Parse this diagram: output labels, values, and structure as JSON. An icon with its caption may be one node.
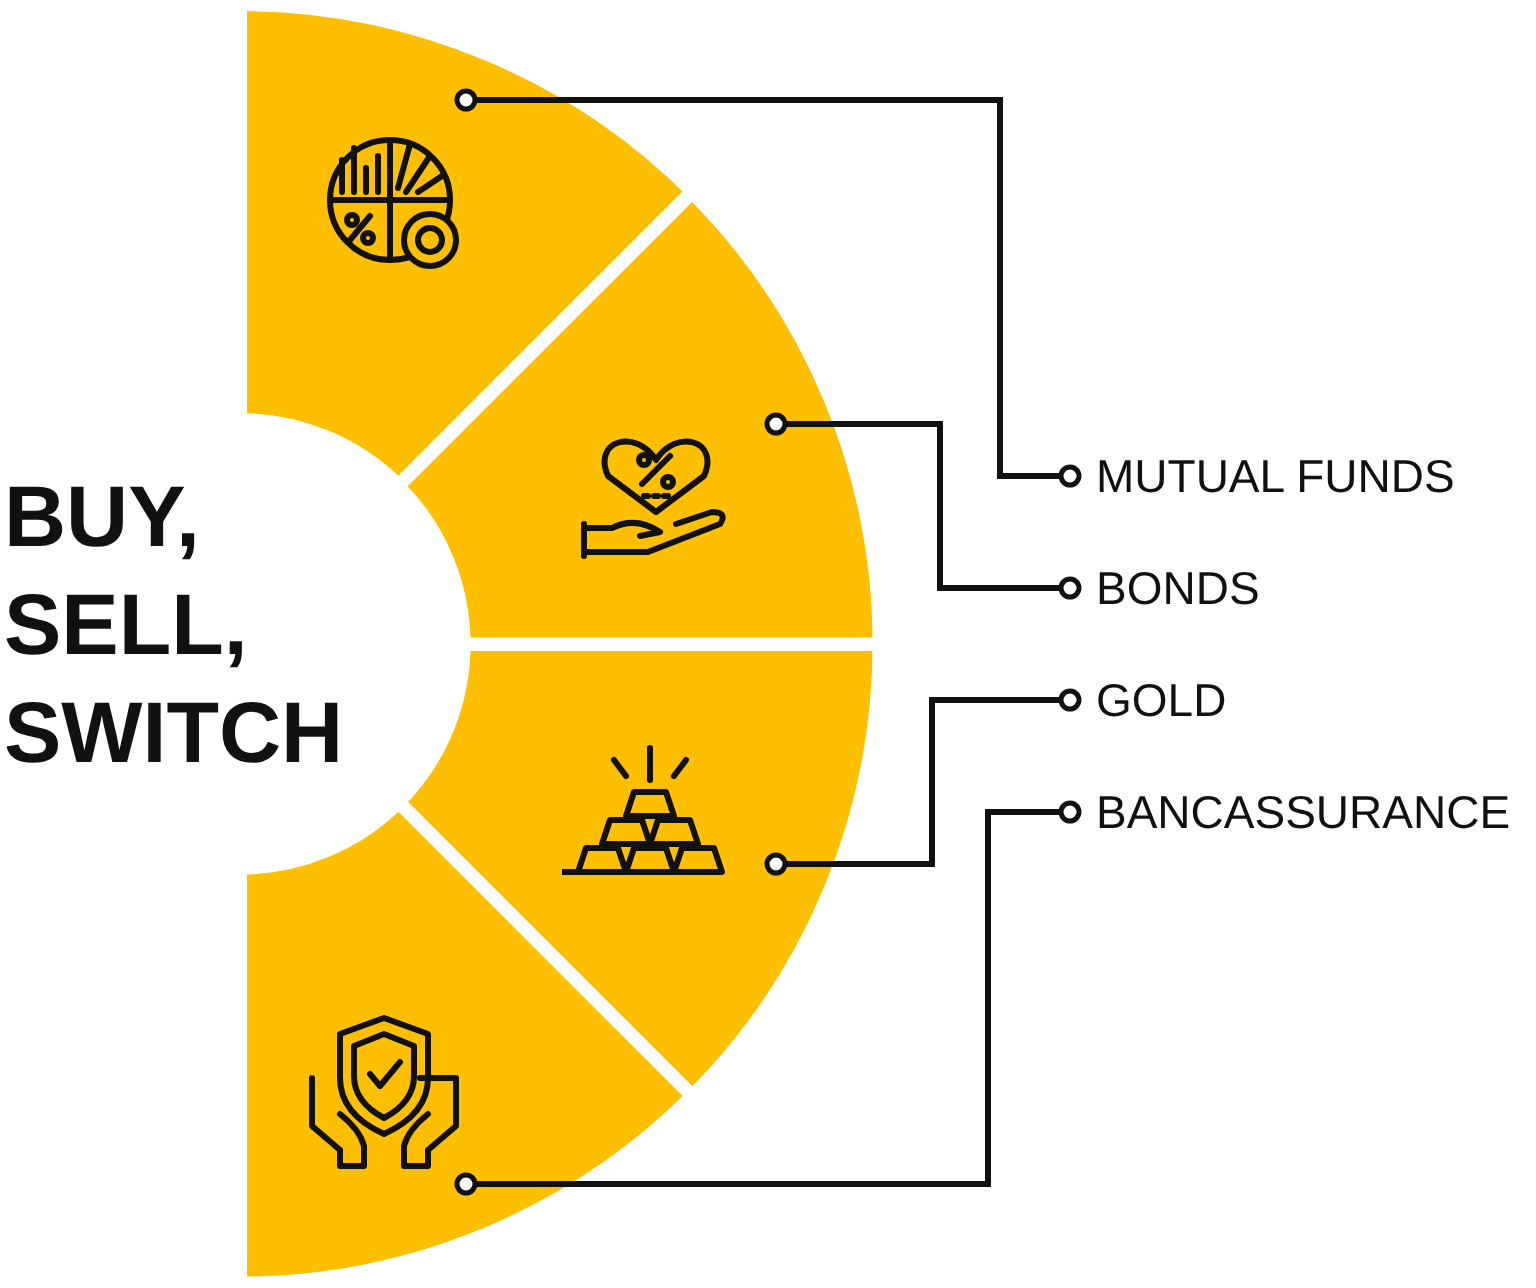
{
  "diagram": {
    "title": "BUY, SELL, SWITCH",
    "nodes": [
      {
        "text": [],
        "shape": "wedge"
      },
      {
        "text": [],
        "shape": "wedge"
      },
      {
        "text": [],
        "shape": "wedge"
      },
      {
        "text": [],
        "shape": "wedge"
      },
      {
        "text": [
          "MUTUAL FUNDS"
        ]
      },
      {
        "text": [
          "BONDS"
        ]
      },
      {
        "text": [
          "GOLD"
        ]
      },
      {
        "text": [
          "BANCASSURANCE"
        ]
      }
    ],
    "edges": [
      {
        "from": 4,
        "to": 0,
        "arrow": "other"
      },
      {
        "from": 5,
        "to": 1,
        "arrow": "other"
      },
      {
        "from": 6,
        "to": 2,
        "arrow": "other"
      },
      {
        "from": 7,
        "to": 3,
        "arrow": "other"
      }
    ]
  }
}
